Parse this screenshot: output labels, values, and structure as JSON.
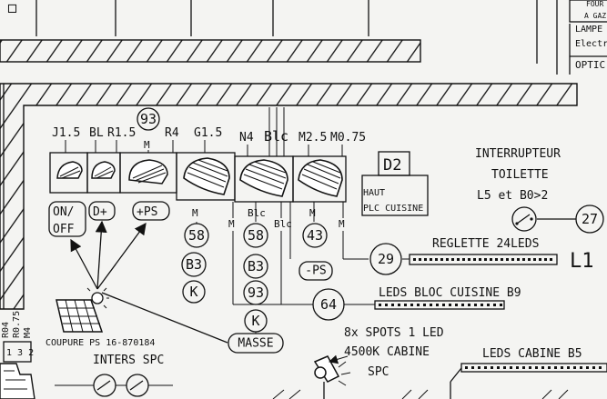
{
  "top_right": {
    "line1": "FOUR",
    "line2": "A GAZ",
    "lampe": "LAMPE",
    "electric": "Electri",
    "optic": "OPTIC"
  },
  "wire_labels_top": [
    "J1.5",
    "BL",
    "R1.5",
    "93",
    "R4",
    "G1.5",
    "N4",
    "Blc",
    "M2.5",
    "M0.75"
  ],
  "m_top": "M",
  "d2": {
    "title": "D2",
    "sub1": "HAUT",
    "sub2": "PLC CUISINE"
  },
  "interrupteur": {
    "line1": "INTERRUPTEUR",
    "line2": "TOILETTE",
    "line3": "L5 et B0>2",
    "circle": "27"
  },
  "switch_labels": {
    "onoff1": "ON/",
    "onoff2": "OFF",
    "dplus": "D+",
    "ps": "+PS"
  },
  "bottom_wire_letters": [
    "M",
    "M",
    "Blc",
    "Blc",
    "M",
    "M"
  ],
  "circles": {
    "c58a": "58",
    "b3a": "B3",
    "ka": "K",
    "c58b": "58",
    "b3b": "B3",
    "c93": "93",
    "kb": "K",
    "c43": "43",
    "minus_ps": "-PS",
    "c29": "29",
    "c64": "64"
  },
  "strips": {
    "reglette": "REGLETTE 24LEDS",
    "l1": "L1",
    "leds_bloc": "LEDS BLOC CUISINE B9",
    "leds_cabine": "LEDS CABINE B5"
  },
  "coupure": "COUPURE PS 16-870184",
  "masse": "MASSE",
  "inters": "INTERS SPC",
  "spots": {
    "line1": "8x SPOTS 1 LED",
    "line2": "4500K CABINE",
    "line3": "SPC"
  },
  "side_labels": {
    "a": "R04",
    "b": "R0.75",
    "c": "M4",
    "d": "1 3 2"
  }
}
